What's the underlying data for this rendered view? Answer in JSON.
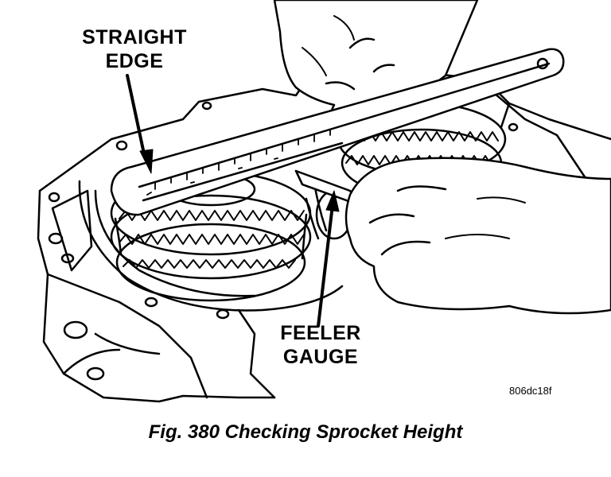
{
  "figure": {
    "callouts": {
      "straight_edge": {
        "line1": "STRAIGHT",
        "line2": "EDGE"
      },
      "feeler_gauge": {
        "line1": "FEELER",
        "line2": "GAUGE"
      }
    },
    "reference_code": "806dc18f",
    "caption": "Fig. 380 Checking Sprocket Height"
  },
  "colors": {
    "ink": "#000000",
    "paper": "#ffffff"
  }
}
